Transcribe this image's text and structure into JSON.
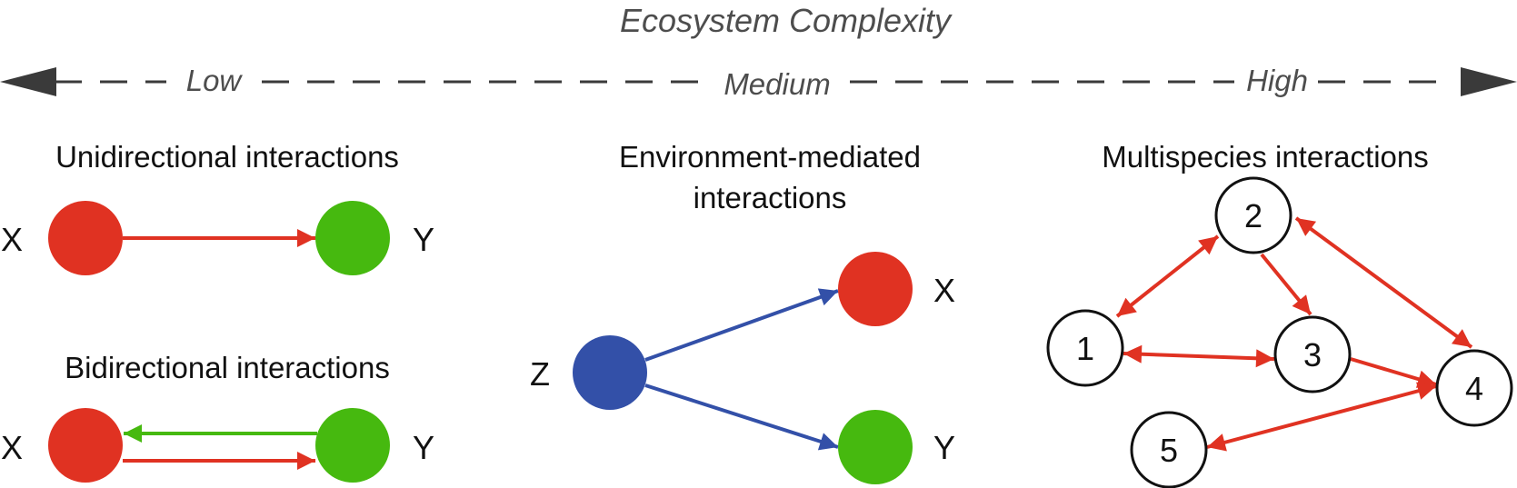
{
  "header": {
    "title": "Ecosystem Complexity",
    "scale_low": "Low",
    "scale_medium": "Medium",
    "scale_high": "High"
  },
  "panels": {
    "unidirectional": {
      "title": "Unidirectional interactions",
      "node_x": "X",
      "node_y": "Y"
    },
    "bidirectional": {
      "title": "Bidirectional interactions",
      "node_x": "X",
      "node_y": "Y"
    },
    "environment": {
      "title_line1": "Environment-mediated",
      "title_line2": "interactions",
      "node_x": "X",
      "node_y": "Y",
      "node_z": "Z"
    },
    "multispecies": {
      "title": "Multispecies interactions",
      "nodes": [
        "1",
        "2",
        "3",
        "4",
        "5"
      ]
    }
  },
  "colors": {
    "red": "#e03222",
    "green": "#46b90f",
    "blue": "#3350a8",
    "axis": "#3a3a3a",
    "text_gray": "#4d4d4d"
  }
}
